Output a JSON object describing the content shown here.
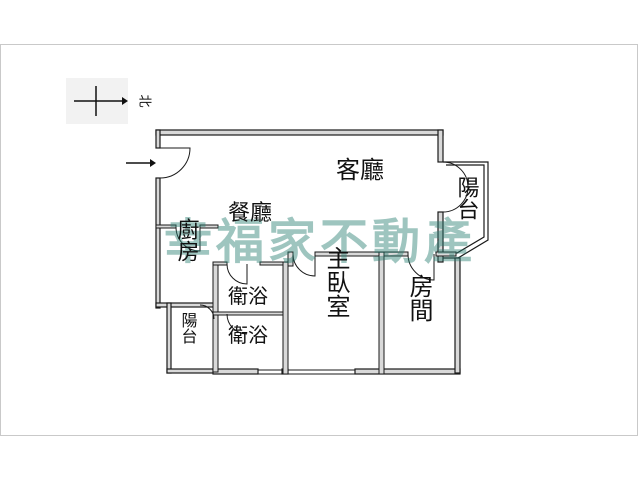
{
  "compass": {
    "label": "北"
  },
  "rooms": {
    "living_room": "客廳",
    "dining_room": "餐廳",
    "balcony_east": "陽台",
    "kitchen": "廚房",
    "bathroom_upper": "衛浴",
    "bathroom_lower": "衛浴",
    "master_bedroom": "主臥室",
    "bedroom": "房間",
    "balcony_south": "陽台"
  },
  "watermark": {
    "text": "幸福家不動產"
  },
  "colors": {
    "wall": "#1a1a1a",
    "wall_fill": "#d9d9d9",
    "watermark": "#2b7f73",
    "frame": "#c9c9c9"
  }
}
